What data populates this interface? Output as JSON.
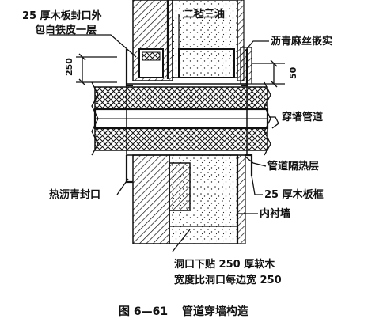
{
  "labels": {
    "wood_board_cover_line1": "25 厚木板封口外",
    "wood_board_cover_line2": "包白铁皮一层",
    "felt_oil": "二毡三油",
    "asphalt_hemp": "沥青麻丝嵌实",
    "through_wall_pipe": "穿墙管道",
    "pipe_insulation": "管道隔热层",
    "hot_asphalt_seal": "热沥青封口",
    "wood_frame": "25 厚木板框",
    "inner_lining_wall": "内衬墙",
    "note_line1": "洞口下贴 250 厚软木",
    "note_line2": "宽度比洞口每边宽 250"
  },
  "dimensions": {
    "left_dim": "250",
    "right_dim": "50"
  },
  "caption": {
    "figure_no": "图 6—61",
    "title": "管道穿墙构造"
  }
}
